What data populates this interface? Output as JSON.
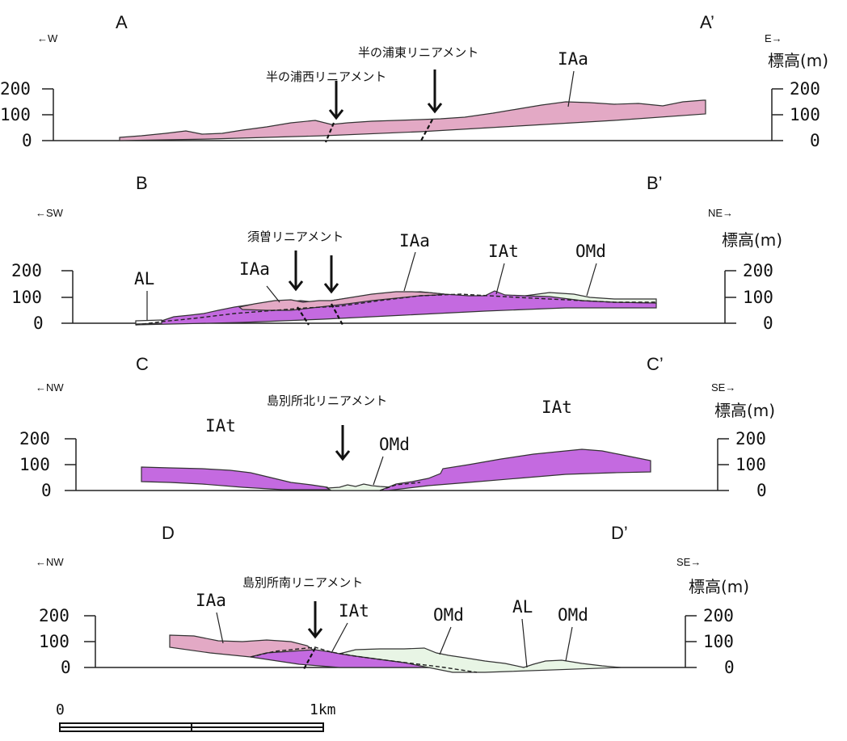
{
  "colors": {
    "IAa": "#e3a9c5",
    "IAt": "#c46ae0",
    "OMd": "#e8f5e5",
    "ground_line": "#333333"
  },
  "elevation_title": "標高(m)",
  "scale_bar": {
    "start_label": "0",
    "end_label": "1km"
  },
  "sections": [
    {
      "left_letter": "A",
      "right_letter": "A’",
      "left_dir": "←W",
      "right_dir": "E→",
      "ticks": [
        "200",
        "100",
        "0"
      ],
      "lineaments": [
        "半の浦東リニアメント",
        "半の浦西リニアメント"
      ],
      "units": [
        "IAa"
      ]
    },
    {
      "left_letter": "B",
      "right_letter": "B’",
      "left_dir": "←SW",
      "right_dir": "NE→",
      "ticks": [
        "200",
        "100",
        "0"
      ],
      "lineaments": [
        "須曽リニアメント"
      ],
      "units": [
        "AL",
        "IAa",
        "IAa",
        "IAt",
        "OMd"
      ]
    },
    {
      "left_letter": "C",
      "right_letter": "C’",
      "left_dir": "←NW",
      "right_dir": "SE→",
      "ticks": [
        "200",
        "100",
        "0"
      ],
      "lineaments": [
        "島別所北リニアメント"
      ],
      "units": [
        "IAt",
        "OMd",
        "IAt"
      ]
    },
    {
      "left_letter": "D",
      "right_letter": "D’",
      "left_dir": "←NW",
      "right_dir": "SE→",
      "ticks": [
        "200",
        "100",
        "0"
      ],
      "lineaments": [
        "島別所南リニアメント"
      ],
      "units": [
        "IAa",
        "IAt",
        "OMd",
        "AL",
        "OMd"
      ]
    }
  ]
}
